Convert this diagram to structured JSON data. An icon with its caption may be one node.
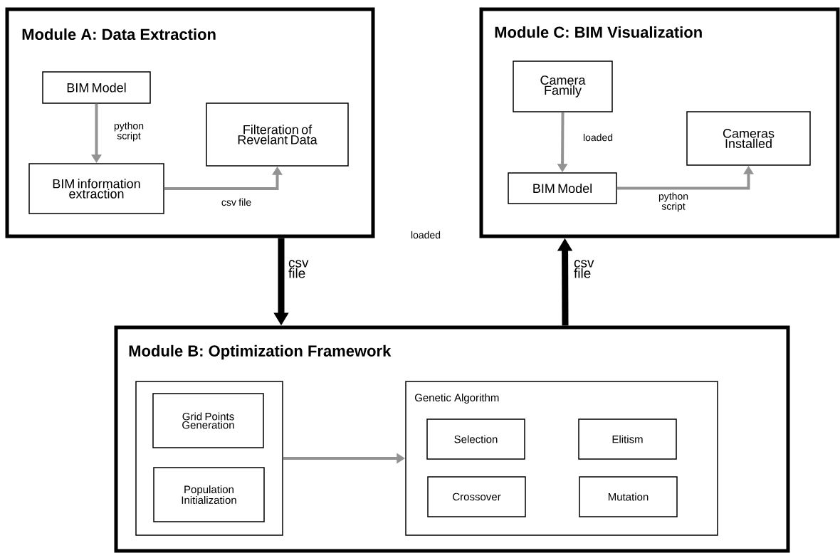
{
  "diagram": {
    "nodes": [
      {
        "text": [
          "Module A: Data Extraction"
        ]
      },
      {
        "text": [
          "BIM Model"
        ],
        "in": 0
      },
      {
        "text": [
          "BIM information extraction"
        ],
        "in": 0
      },
      {
        "text": [
          "Filteration of Revelant Data"
        ],
        "in": 0
      },
      {
        "text": [
          "Module C: BIM Visualization"
        ]
      },
      {
        "text": [
          "Camera Family"
        ],
        "in": 4
      },
      {
        "text": [
          "BIM Model"
        ],
        "in": 4
      },
      {
        "text": [
          "Cameras Installed"
        ],
        "in": 4
      },
      {
        "text": [
          "Module B: Optimization Framework"
        ]
      },
      {
        "text": [],
        "shape": "box",
        "in": 8
      },
      {
        "text": [
          "Grid Points Generation"
        ],
        "in": 9
      },
      {
        "text": [
          "Population Initialization"
        ],
        "in": 9
      },
      {
        "text": [
          "Genetic Algorithm"
        ],
        "in": 8
      },
      {
        "text": [
          "Selection"
        ],
        "in": 12
      },
      {
        "text": [
          "Elitism"
        ],
        "in": 12
      },
      {
        "text": [
          "Crossover"
        ],
        "in": 12
      },
      {
        "text": [
          "Mutation"
        ],
        "in": 12
      }
    ],
    "edges": [
      {
        "from": 1,
        "to": 2,
        "arrow": "to",
        "label": "python script"
      },
      {
        "from": 2,
        "to": 3,
        "arrow": "to",
        "label": "csv file"
      },
      {
        "from": 5,
        "to": 6,
        "arrow": "to",
        "label": "loaded"
      },
      {
        "from": 6,
        "to": 7,
        "arrow": "to",
        "label": "python script"
      },
      {
        "from": 0,
        "to": 8,
        "arrow": "to",
        "label": "csv file",
        "style": "thick",
        "color": "#000000"
      },
      {
        "from": 8,
        "to": 4,
        "arrow": "to",
        "label": "csv file",
        "style": "thick",
        "color": "#000000"
      },
      {
        "from": 9,
        "to": 12,
        "arrow": "to"
      }
    ],
    "labels": [
      "loaded"
    ]
  }
}
